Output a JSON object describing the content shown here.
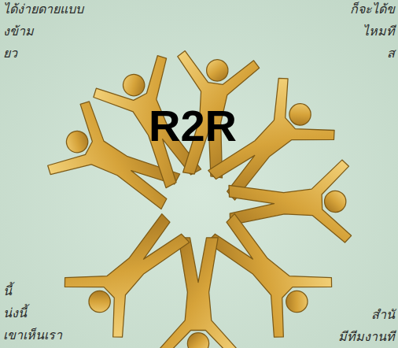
{
  "diagram": {
    "title": "R2R",
    "labels": [
      "ได้ง่ายดายแบบ",
      "งข้าม",
      "ยว",
      "ก็จะได้ข",
      "ไหมที",
      "ส",
      "นี้",
      "น่งนี้",
      "เขาเห็นเรา",
      "สำนั",
      "มีทีมงานที"
    ]
  }
}
